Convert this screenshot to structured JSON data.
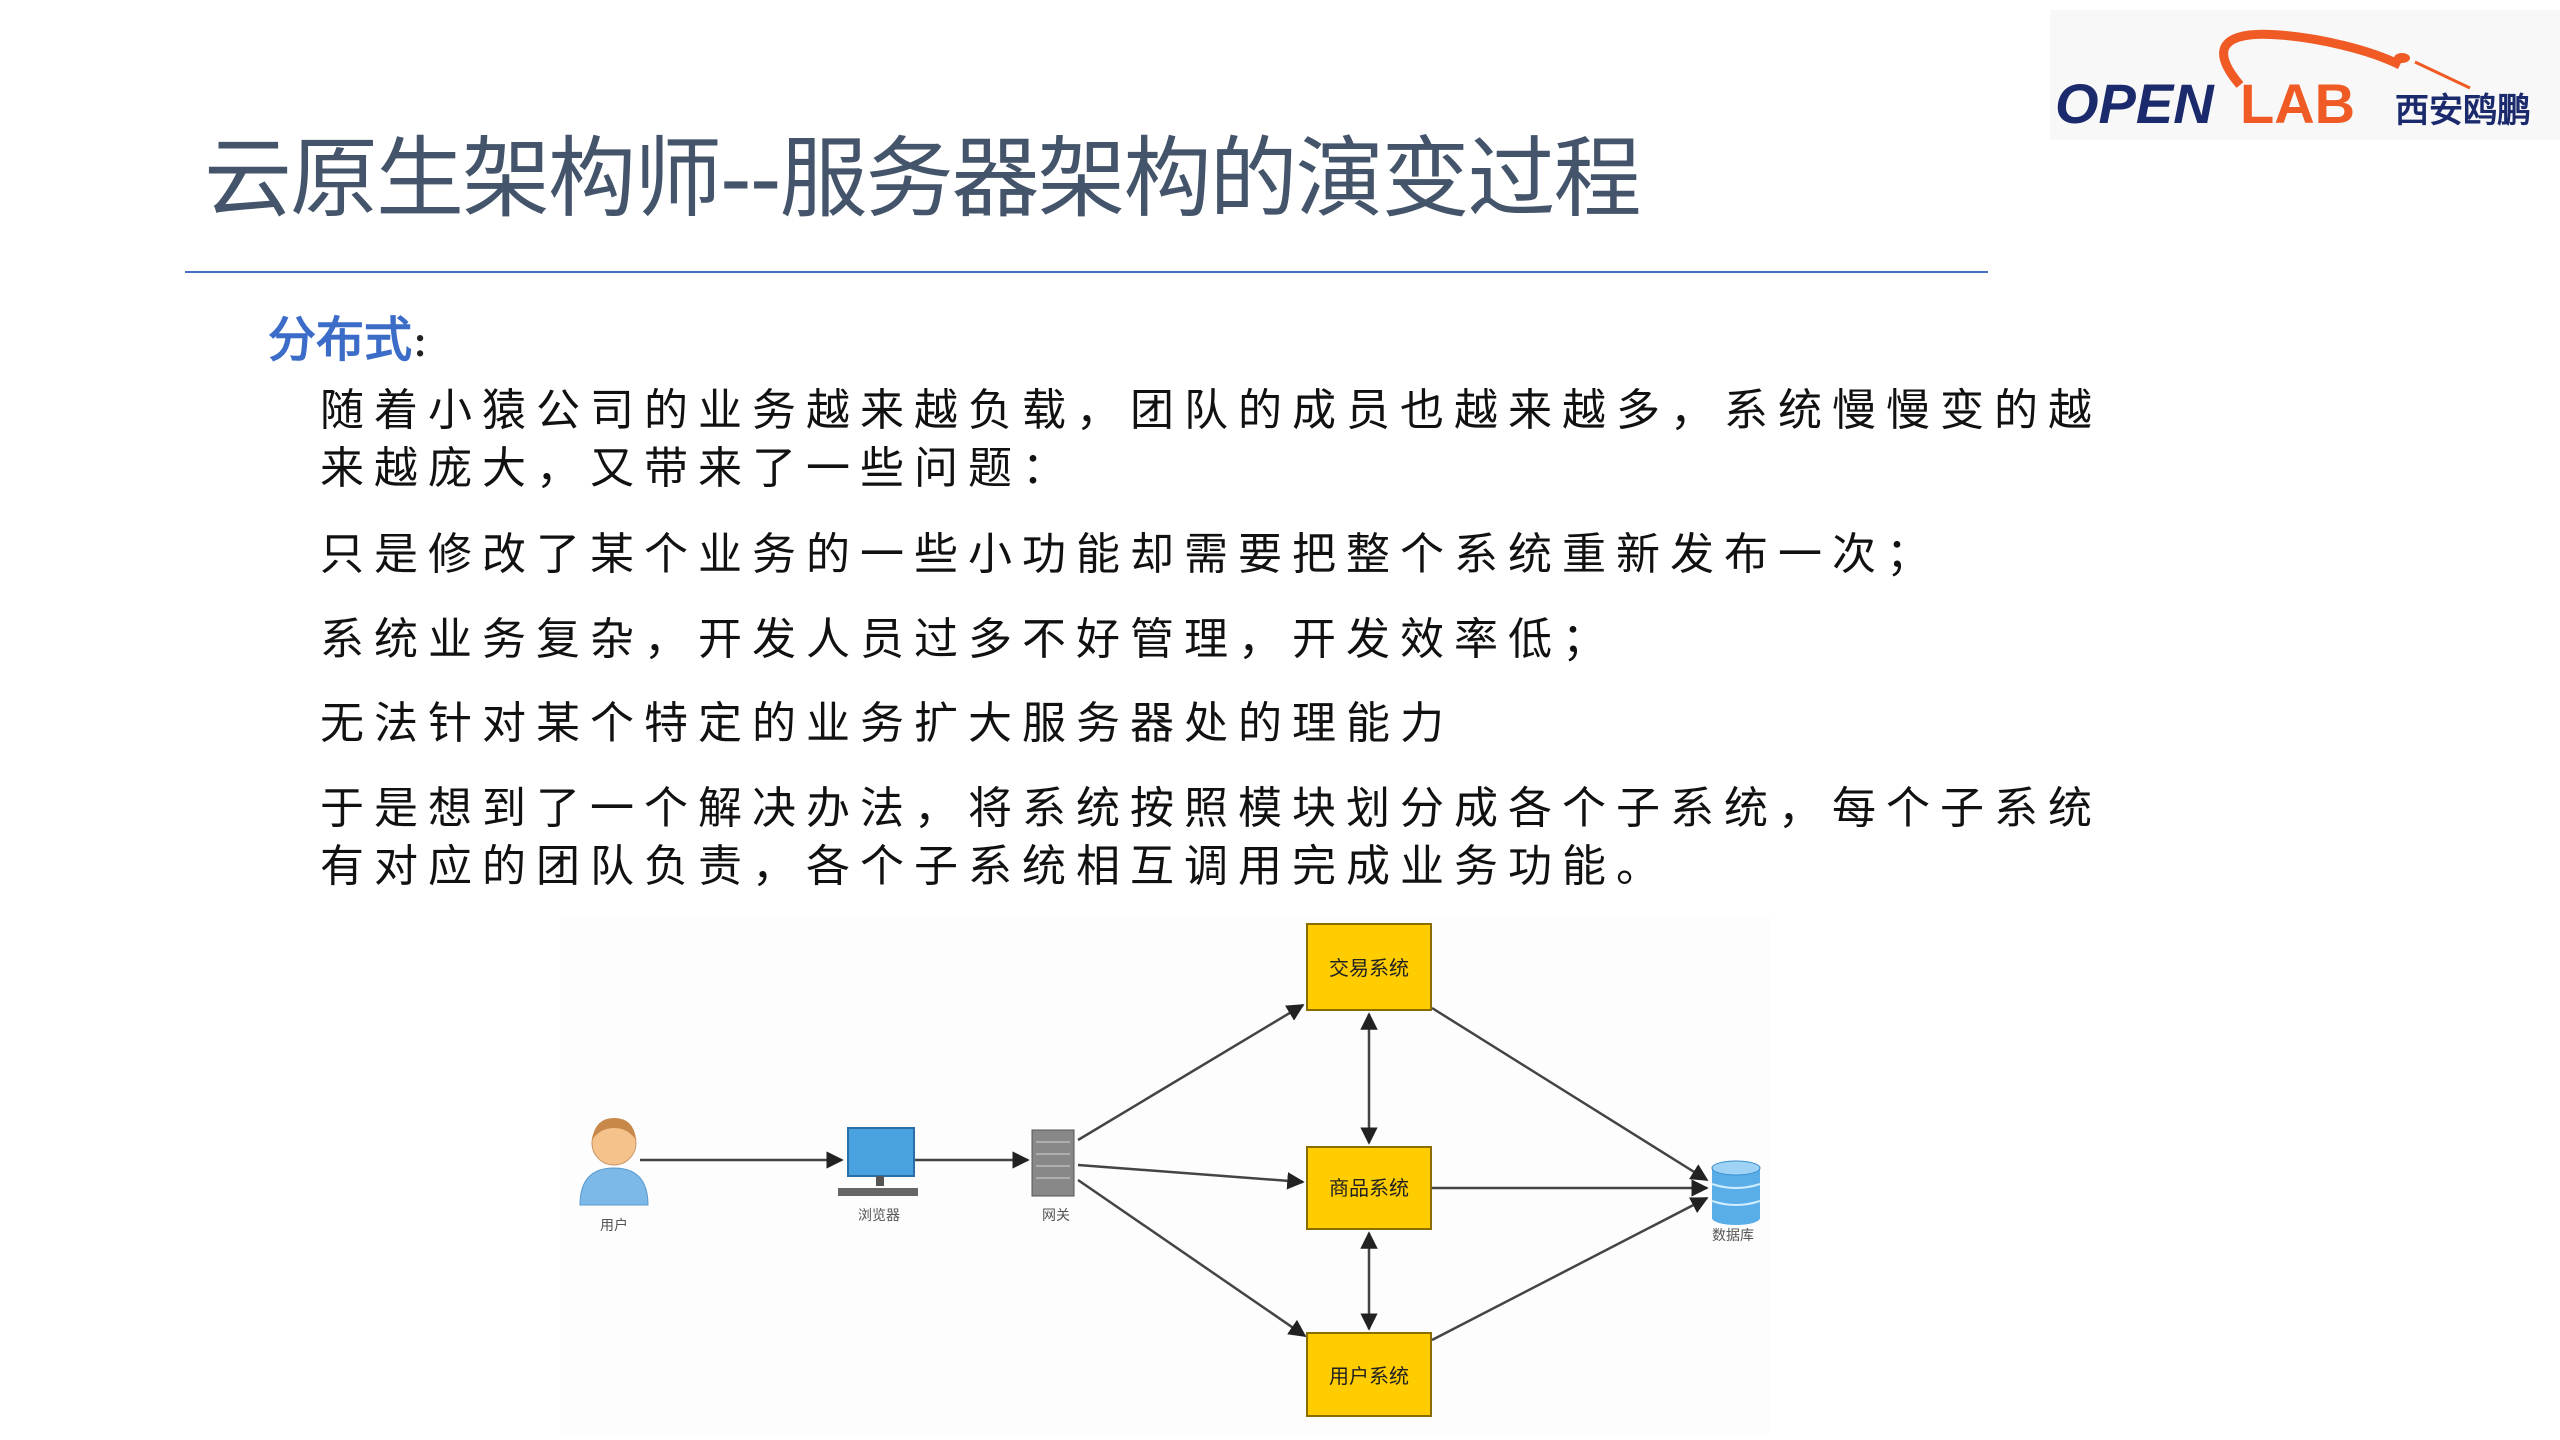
{
  "logo": {
    "text_en_1": "OPEN",
    "text_en_2": "LAB",
    "text_cn": "西安鸥鹏"
  },
  "title": "云原生架构师--服务器架构的演变过程",
  "section": {
    "heading": "分布式",
    "colon": ":"
  },
  "paragraphs": [
    "随着小猿公司的业务越来越负载，团队的成员也越来越多，系统慢慢变的越来越庞大，又带来了一些问题：",
    "只是修改了某个业务的一些小功能却需要把整个系统重新发布一次；",
    "系统业务复杂，开发人员过多不好管理，开发效率低；",
    "无法针对某个特定的业务扩大服务器处的理能力",
    "于是想到了一个解决办法，将系统按照模块划分成各个子系统，每个子系统有对应的团队负责，各个子系统相互调用完成业务功能。"
  ],
  "diagram": {
    "user": "用户",
    "browser": "浏览器",
    "gateway": "网关",
    "database": "数据库",
    "trade_system": "交易系统",
    "product_system": "商品系统",
    "user_system": "用户系统"
  },
  "colors": {
    "title": "#44546a",
    "accent": "#3b6cc7",
    "box": "#ffcc00",
    "logo_blue": "#1a2a6c",
    "logo_orange": "#f05a24"
  }
}
